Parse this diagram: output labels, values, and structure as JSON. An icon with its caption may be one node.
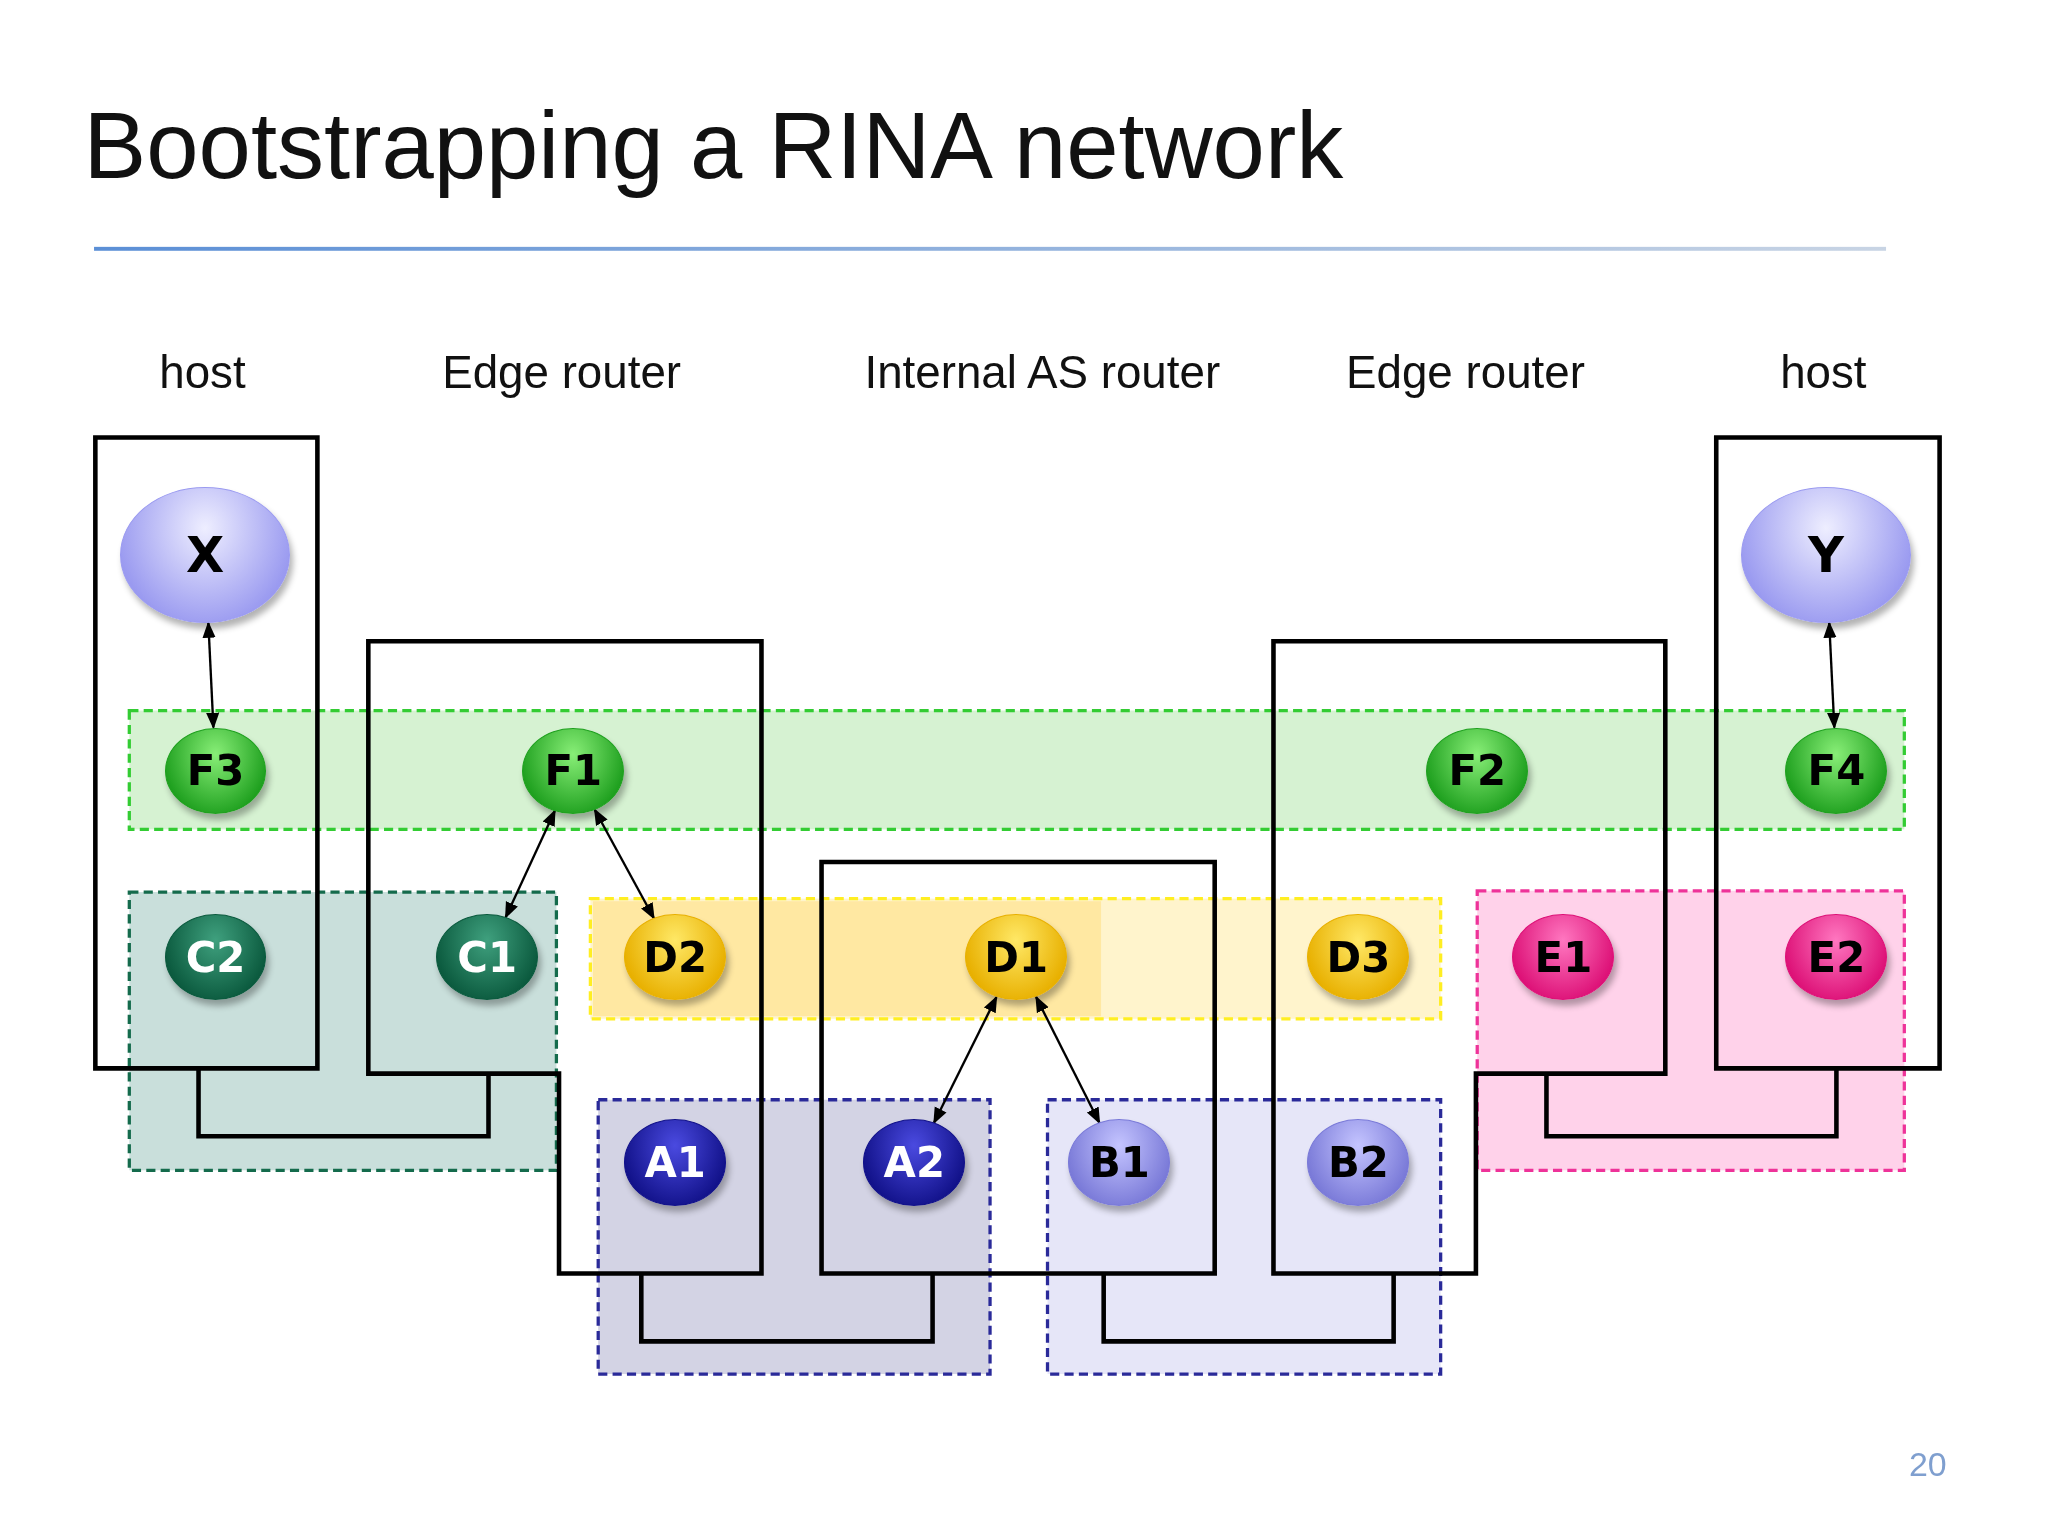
{
  "diagram": {
    "title": "Bootstrapping a RINA network",
    "nodes": [
      {
        "text": [
          "X"
        ]
      },
      {
        "text": [
          "Y"
        ]
      },
      {
        "text": [
          "F3"
        ]
      },
      {
        "text": [
          "F1"
        ]
      },
      {
        "text": [
          "F2"
        ]
      },
      {
        "text": [
          "F4"
        ]
      },
      {
        "text": [
          "C2"
        ]
      },
      {
        "text": [
          "C1"
        ]
      },
      {
        "text": [
          "D2"
        ]
      },
      {
        "text": [
          "D1"
        ]
      },
      {
        "text": [
          "D3"
        ]
      },
      {
        "text": [
          "E1"
        ]
      },
      {
        "text": [
          "E2"
        ]
      },
      {
        "text": [
          "A1"
        ]
      },
      {
        "text": [
          "A2"
        ]
      },
      {
        "text": [
          "B1"
        ]
      },
      {
        "text": [
          "B2"
        ]
      }
    ],
    "edges": [
      {
        "from": 0,
        "to": 2,
        "arrow": "both"
      },
      {
        "from": 1,
        "to": 5,
        "arrow": "both"
      },
      {
        "from": 3,
        "to": 7,
        "arrow": "both"
      },
      {
        "from": 3,
        "to": 8,
        "arrow": "both"
      },
      {
        "from": 9,
        "to": 14,
        "arrow": "both"
      },
      {
        "from": 9,
        "to": 15,
        "arrow": "both"
      }
    ],
    "labels": [
      "host",
      "Edge router",
      "Internal AS router",
      "Edge router",
      "host",
      "20"
    ]
  }
}
